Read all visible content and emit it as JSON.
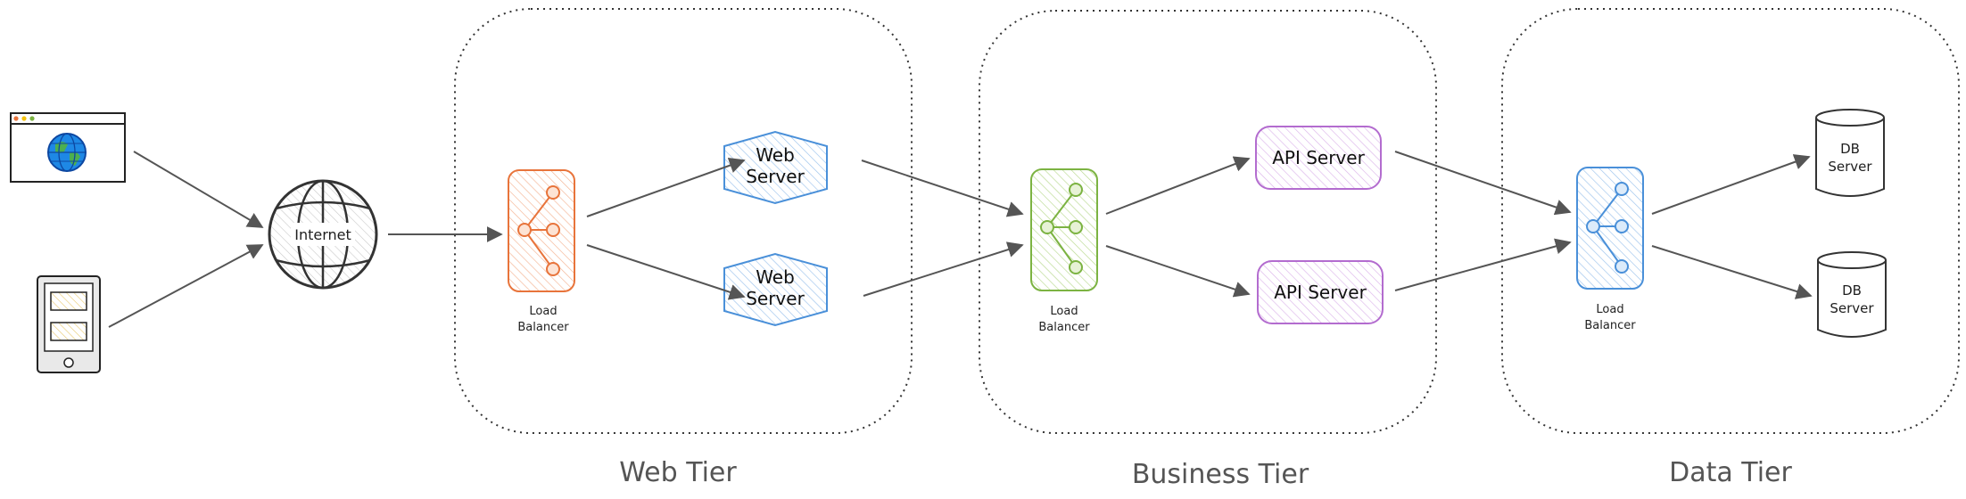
{
  "tiers": {
    "web": "Web Tier",
    "business": "Business Tier",
    "data": "Data Tier"
  },
  "internet": {
    "label": "Internet"
  },
  "web_lb": {
    "line1": "Load",
    "line2": "Balancer",
    "color": "#e8743b"
  },
  "business_lb": {
    "line1": "Load",
    "line2": "Balancer",
    "color": "#7cb342"
  },
  "data_lb": {
    "line1": "Load",
    "line2": "Balancer",
    "color": "#4a90d9"
  },
  "web_servers": [
    {
      "line1": "Web",
      "line2": "Server"
    },
    {
      "line1": "Web",
      "line2": "Server"
    }
  ],
  "api_servers": [
    {
      "label": "API Server"
    },
    {
      "label": "API Server"
    }
  ],
  "db_servers": [
    {
      "line1": "DB",
      "line2": "Server"
    },
    {
      "line1": "DB",
      "line2": "Server"
    }
  ],
  "colors": {
    "web_server": "#4a90d9",
    "api_server": "#b36ccf",
    "tablet_card": "#f5e3a3",
    "globe": "#1e88e5",
    "globe_land": "#4caf50"
  },
  "icons": [
    "browser-window-icon",
    "tablet-icon",
    "globe-icon",
    "database-icon",
    "load-balancer-icon"
  ]
}
